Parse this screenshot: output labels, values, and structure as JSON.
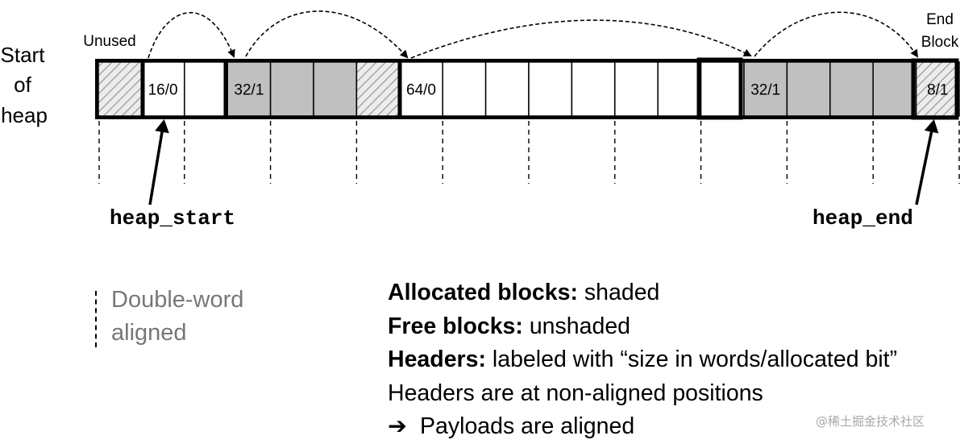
{
  "labels": {
    "start_of_heap": [
      "Start",
      "of",
      "heap"
    ],
    "unused": "Unused",
    "end_block": [
      "End",
      "Block"
    ],
    "heap_start": "heap_start",
    "heap_end": "heap_end"
  },
  "headers": {
    "block1": "16/0",
    "block2": "32/1",
    "block3": "64/0",
    "block4": "32/1",
    "end": "8/1"
  },
  "cells": [
    {
      "kind": "unused"
    },
    {
      "kind": "header",
      "key": "block1"
    },
    {
      "kind": "free"
    },
    {
      "kind": "header-alloc",
      "key": "block2"
    },
    {
      "kind": "alloc"
    },
    {
      "kind": "alloc"
    },
    {
      "kind": "hatched"
    },
    {
      "kind": "header",
      "key": "block3"
    },
    {
      "kind": "free"
    },
    {
      "kind": "free"
    },
    {
      "kind": "free"
    },
    {
      "kind": "free"
    },
    {
      "kind": "free"
    },
    {
      "kind": "free"
    },
    {
      "kind": "free"
    },
    {
      "kind": "header-alloc",
      "key": "block4"
    },
    {
      "kind": "alloc"
    },
    {
      "kind": "alloc"
    },
    {
      "kind": "alloc"
    },
    {
      "kind": "end",
      "key": "end"
    }
  ],
  "legend": {
    "aligned_line1": "Double-word",
    "aligned_line2": "aligned"
  },
  "notes": [
    {
      "bold": "Allocated blocks:",
      "rest": " shaded"
    },
    {
      "bold": "Free blocks:",
      "rest": " unshaded"
    },
    {
      "bold": "Headers:",
      "rest": " labeled with “size in words/allocated bit”"
    },
    {
      "bold": "",
      "rest": "Headers are at non-aligned positions"
    },
    {
      "bold": "",
      "rest": "Payloads are aligned",
      "arrow": "➔"
    }
  ],
  "watermark": "@稀土掘金技术社区",
  "colors": {
    "alloc": "#c0c0c0",
    "free": "#ffffff",
    "hatch": "#a6a6a6"
  }
}
